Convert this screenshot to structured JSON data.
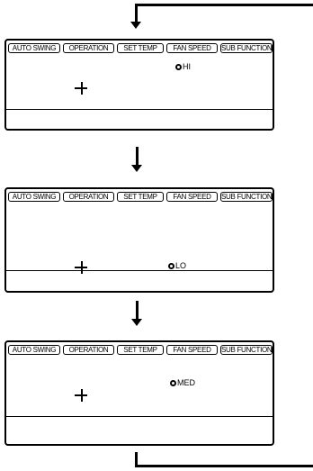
{
  "buttons": {
    "auto_swing": "AUTO SWING",
    "operation": "OPERATION",
    "set_temp": "SET TEMP",
    "fan_speed": "FAN SPEED",
    "sub_function": "SUB FUNCTION"
  },
  "panels": [
    {
      "fan_speed_label": "HI"
    },
    {
      "fan_speed_label": "LO"
    },
    {
      "fan_speed_label": "MED"
    }
  ],
  "icons": {
    "fan": "fan-icon",
    "louver": "louver-swing-icon",
    "flow_arrow": "down-arrow-icon"
  }
}
